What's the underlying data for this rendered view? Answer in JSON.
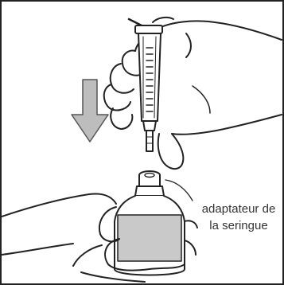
{
  "figure": {
    "callout_label": {
      "line1": "adaptateur de",
      "line2": "la seringue"
    },
    "colors": {
      "outline": "#222222",
      "bottle_label": "#c9c9c9",
      "arrow": "#bdbdbd",
      "background": "#ffffff"
    },
    "icons": [
      "down-arrow-icon",
      "syringe",
      "bottle-adapter"
    ]
  }
}
